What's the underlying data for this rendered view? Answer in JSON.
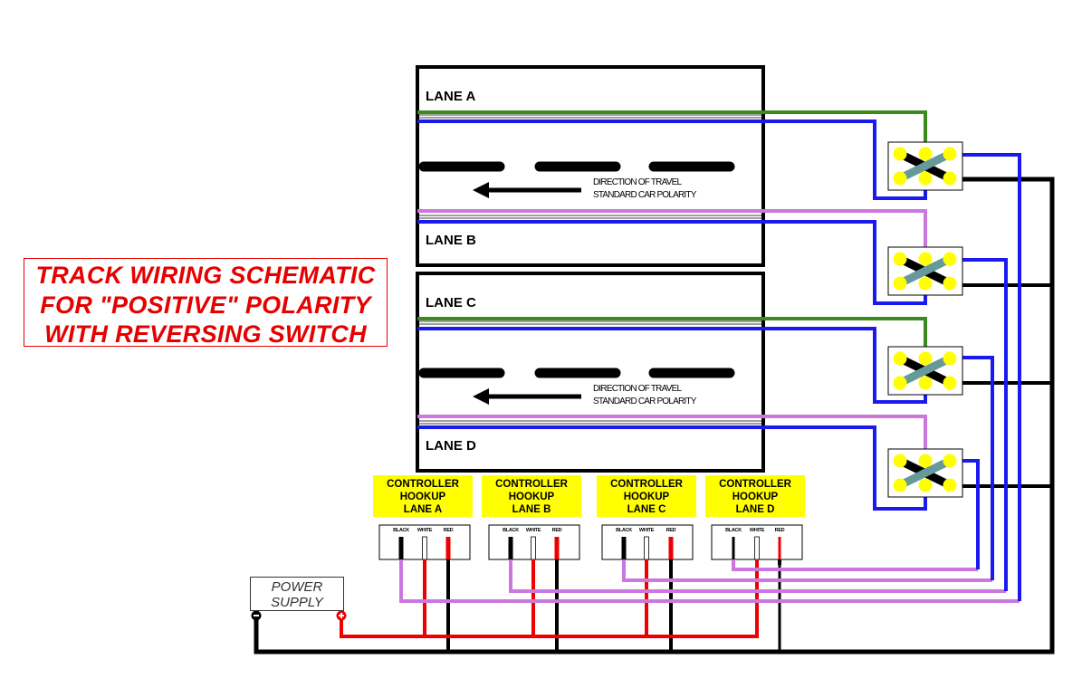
{
  "title": {
    "lines": [
      "TRACK WIRING SCHEMATIC",
      "FOR \"POSITIVE\" POLARITY",
      "WITH REVERSING SWITCH"
    ]
  },
  "tracks": [
    {
      "lanes": [
        "LANE A",
        "LANE B"
      ],
      "direction_text": [
        "DIRECTION OF TRAVEL",
        "STANDARD CAR POLARITY"
      ]
    },
    {
      "lanes": [
        "LANE C",
        "LANE D"
      ],
      "direction_text": [
        "DIRECTION OF TRAVEL",
        "STANDARD CAR POLARITY"
      ]
    }
  ],
  "controllers": [
    {
      "label": [
        "CONTROLLER",
        "HOOKUP",
        "LANE A"
      ],
      "pins": [
        "BLACK",
        "WHITE",
        "RED"
      ]
    },
    {
      "label": [
        "CONTROLLER",
        "HOOKUP",
        "LANE B"
      ],
      "pins": [
        "BLACK",
        "WHITE",
        "RED"
      ]
    },
    {
      "label": [
        "CONTROLLER",
        "HOOKUP",
        "LANE C"
      ],
      "pins": [
        "BLACK",
        "WHITE",
        "RED"
      ]
    },
    {
      "label": [
        "CONTROLLER",
        "HOOKUP",
        "LANE D"
      ],
      "pins": [
        "BLACK",
        "WHITE",
        "RED"
      ]
    }
  ],
  "power_supply": {
    "label": [
      "POWER",
      "SUPPLY"
    ],
    "terminals": [
      "negative",
      "positive"
    ]
  },
  "switches": [
    "reversing-switch-lane-a",
    "reversing-switch-lane-b",
    "reversing-switch-lane-c",
    "reversing-switch-lane-d"
  ],
  "colors": {
    "green_wire": "#3a8a1e",
    "blue_wire": "#1a1aee",
    "purple_wire": "#cc77dd",
    "red_wire": "#ee0000",
    "black_wire": "#000000",
    "switch_terminal": "#ffff00",
    "switch_bar": "#669999",
    "controller_label_bg": "#ffff00",
    "title": "#e60000"
  }
}
